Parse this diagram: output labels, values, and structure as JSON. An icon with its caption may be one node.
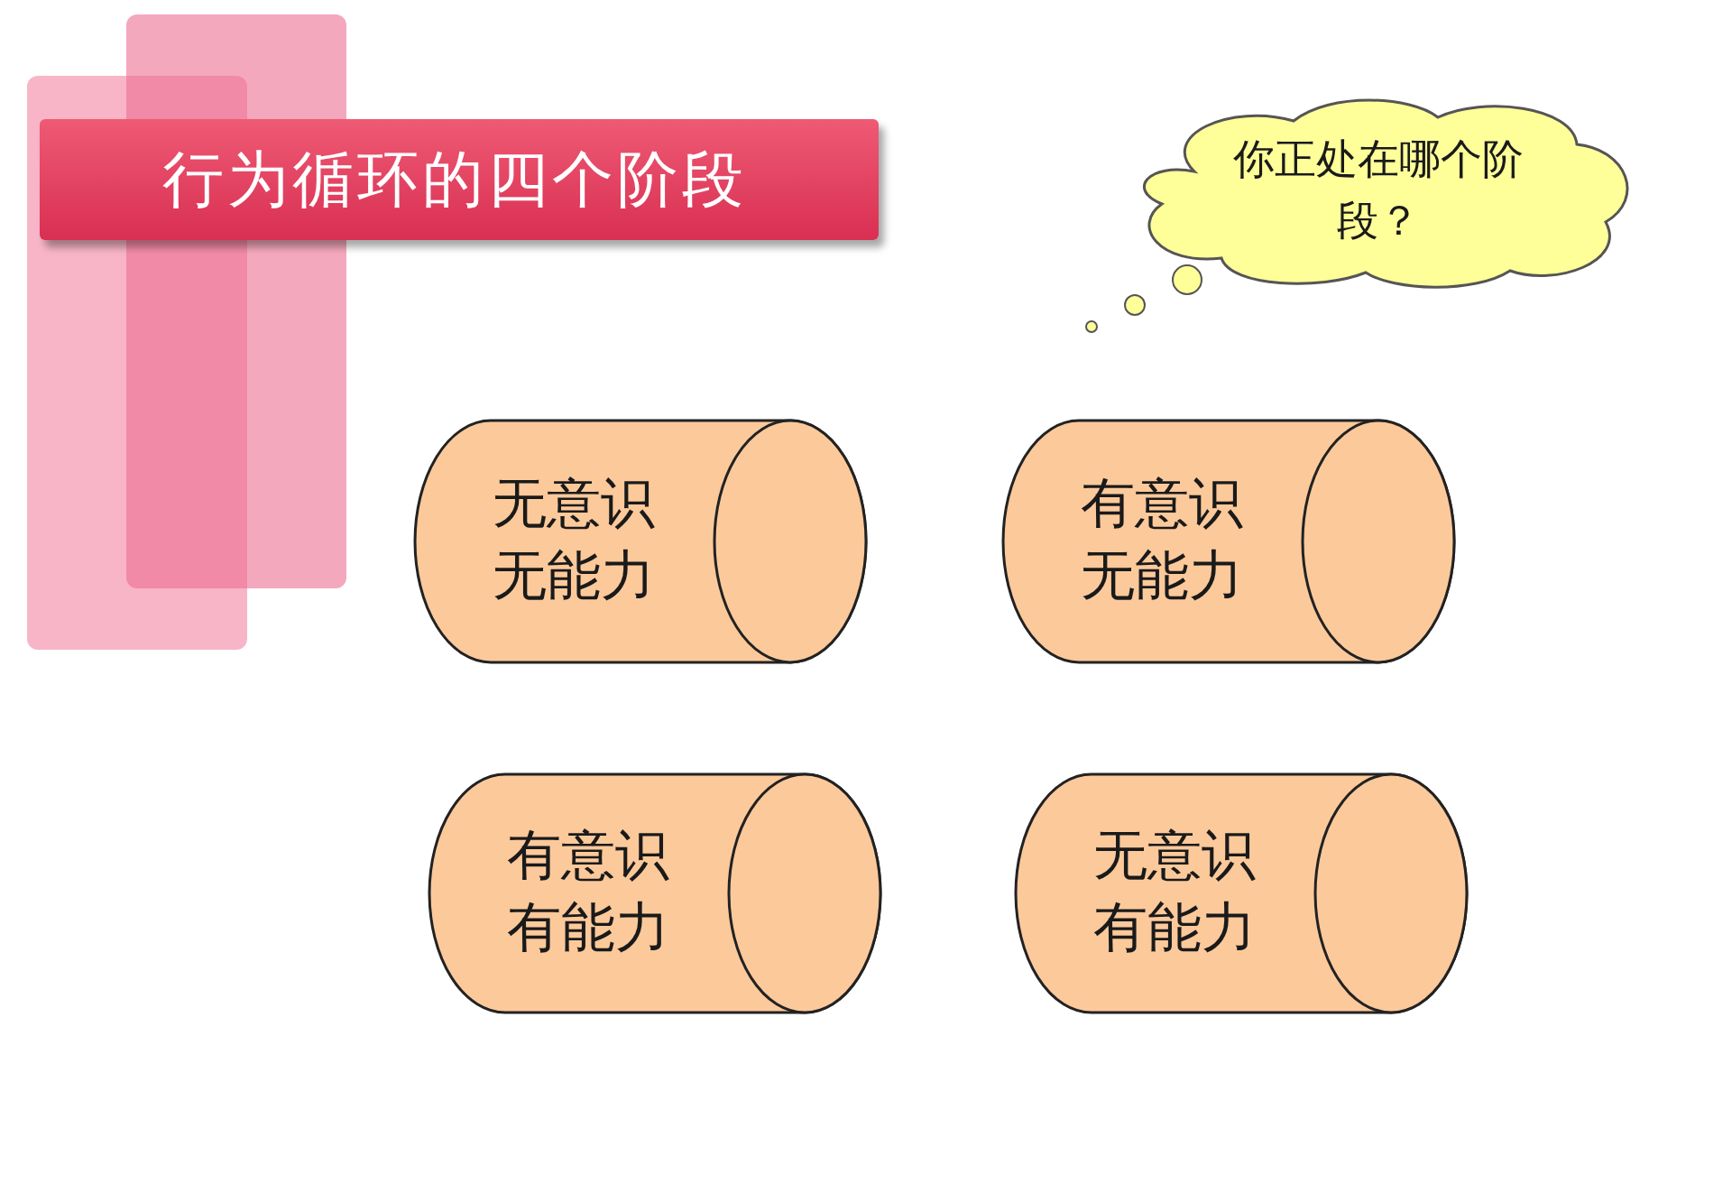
{
  "diagram": {
    "title": "行为循环的四个阶段",
    "nodes": [
      {
        "text": [
          "你正处在哪个阶段？"
        ]
      },
      {
        "text": [
          "无意识",
          "无能力"
        ]
      },
      {
        "text": [
          "有意识",
          "无能力"
        ]
      },
      {
        "text": [
          "有意识",
          "有能力"
        ]
      },
      {
        "text": [
          "无意识",
          "有能力"
        ]
      }
    ]
  }
}
